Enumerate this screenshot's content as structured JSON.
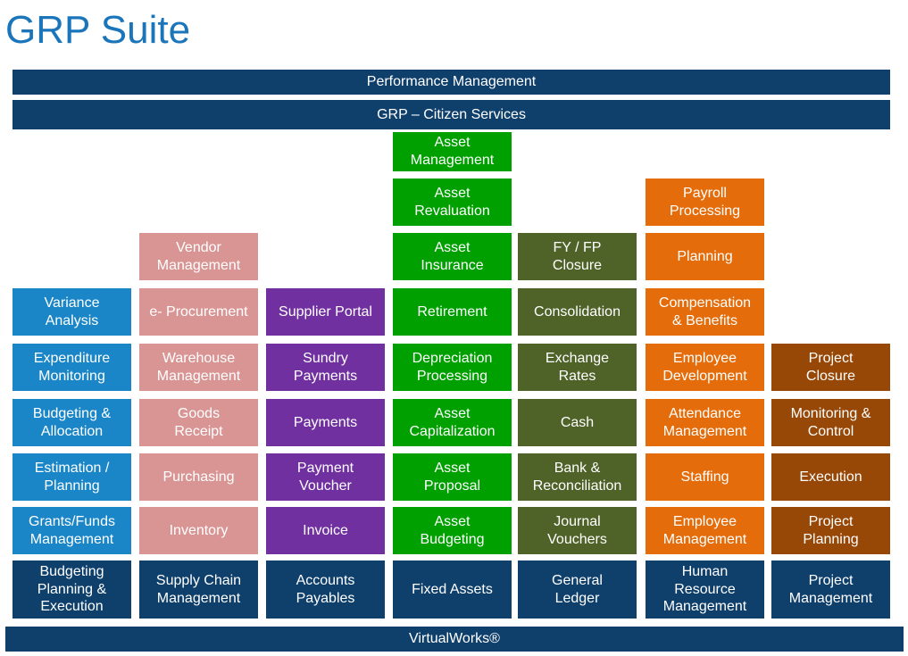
{
  "title": "GRP Suite",
  "bands": {
    "performance": "Performance Management",
    "citizen": "GRP – Citizen Services",
    "footer": "VirtualWorks®"
  },
  "colors": {
    "dark_blue": "#0f3f6b",
    "blue": "#1a86c8",
    "pink": "#d99594",
    "purple": "#7030a0",
    "green": "#00a000",
    "olive": "#4f6228",
    "orange": "#e46c0a",
    "brown": "#974706"
  },
  "columns": [
    {
      "id": "budgeting",
      "color": "blue",
      "base": "Budgeting\nPlanning &\nExecution",
      "modules": [
        "Grants/Funds\nManagement",
        "Estimation /\nPlanning",
        "Budgeting &\nAllocation",
        "Expenditure\nMonitoring",
        "Variance\nAnalysis"
      ]
    },
    {
      "id": "supply-chain",
      "color": "pink",
      "base": "Supply Chain\nManagement",
      "modules": [
        "Inventory",
        "Purchasing",
        "Goods\nReceipt",
        "Warehouse\nManagement",
        "e- Procurement",
        "Vendor\nManagement"
      ]
    },
    {
      "id": "payables",
      "color": "purple",
      "base": "Accounts\nPayables",
      "modules": [
        "Invoice",
        "Payment\nVoucher",
        "Payments",
        "Sundry\nPayments",
        "Supplier Portal"
      ]
    },
    {
      "id": "fixed-assets",
      "color": "green",
      "base": "Fixed Assets",
      "modules": [
        "Asset\nBudgeting",
        "Asset\nProposal",
        "Asset\nCapitalization",
        "Depreciation\nProcessing",
        "Retirement",
        "Asset\nInsurance",
        "Asset\nRevaluation",
        "Asset\nManagement"
      ]
    },
    {
      "id": "general-ledger",
      "color": "olive",
      "base": "General\nLedger",
      "modules": [
        "Journal\nVouchers",
        "Bank &\nReconciliation",
        "Cash",
        "Exchange\nRates",
        "Consolidation",
        "FY / FP\nClosure"
      ]
    },
    {
      "id": "hr",
      "color": "orange",
      "base": "Human\nResource\nManagement",
      "modules": [
        "Employee\nManagement",
        "Staffing",
        "Attendance\nManagement",
        "Employee\nDevelopment",
        "Compensation\n& Benefits",
        "Planning",
        "Payroll\nProcessing"
      ]
    },
    {
      "id": "project",
      "color": "brown",
      "base": "Project\nManagement",
      "modules": [
        "Project\nPlanning",
        "Execution",
        "Monitoring &\nControl",
        "Project\nClosure"
      ]
    }
  ]
}
